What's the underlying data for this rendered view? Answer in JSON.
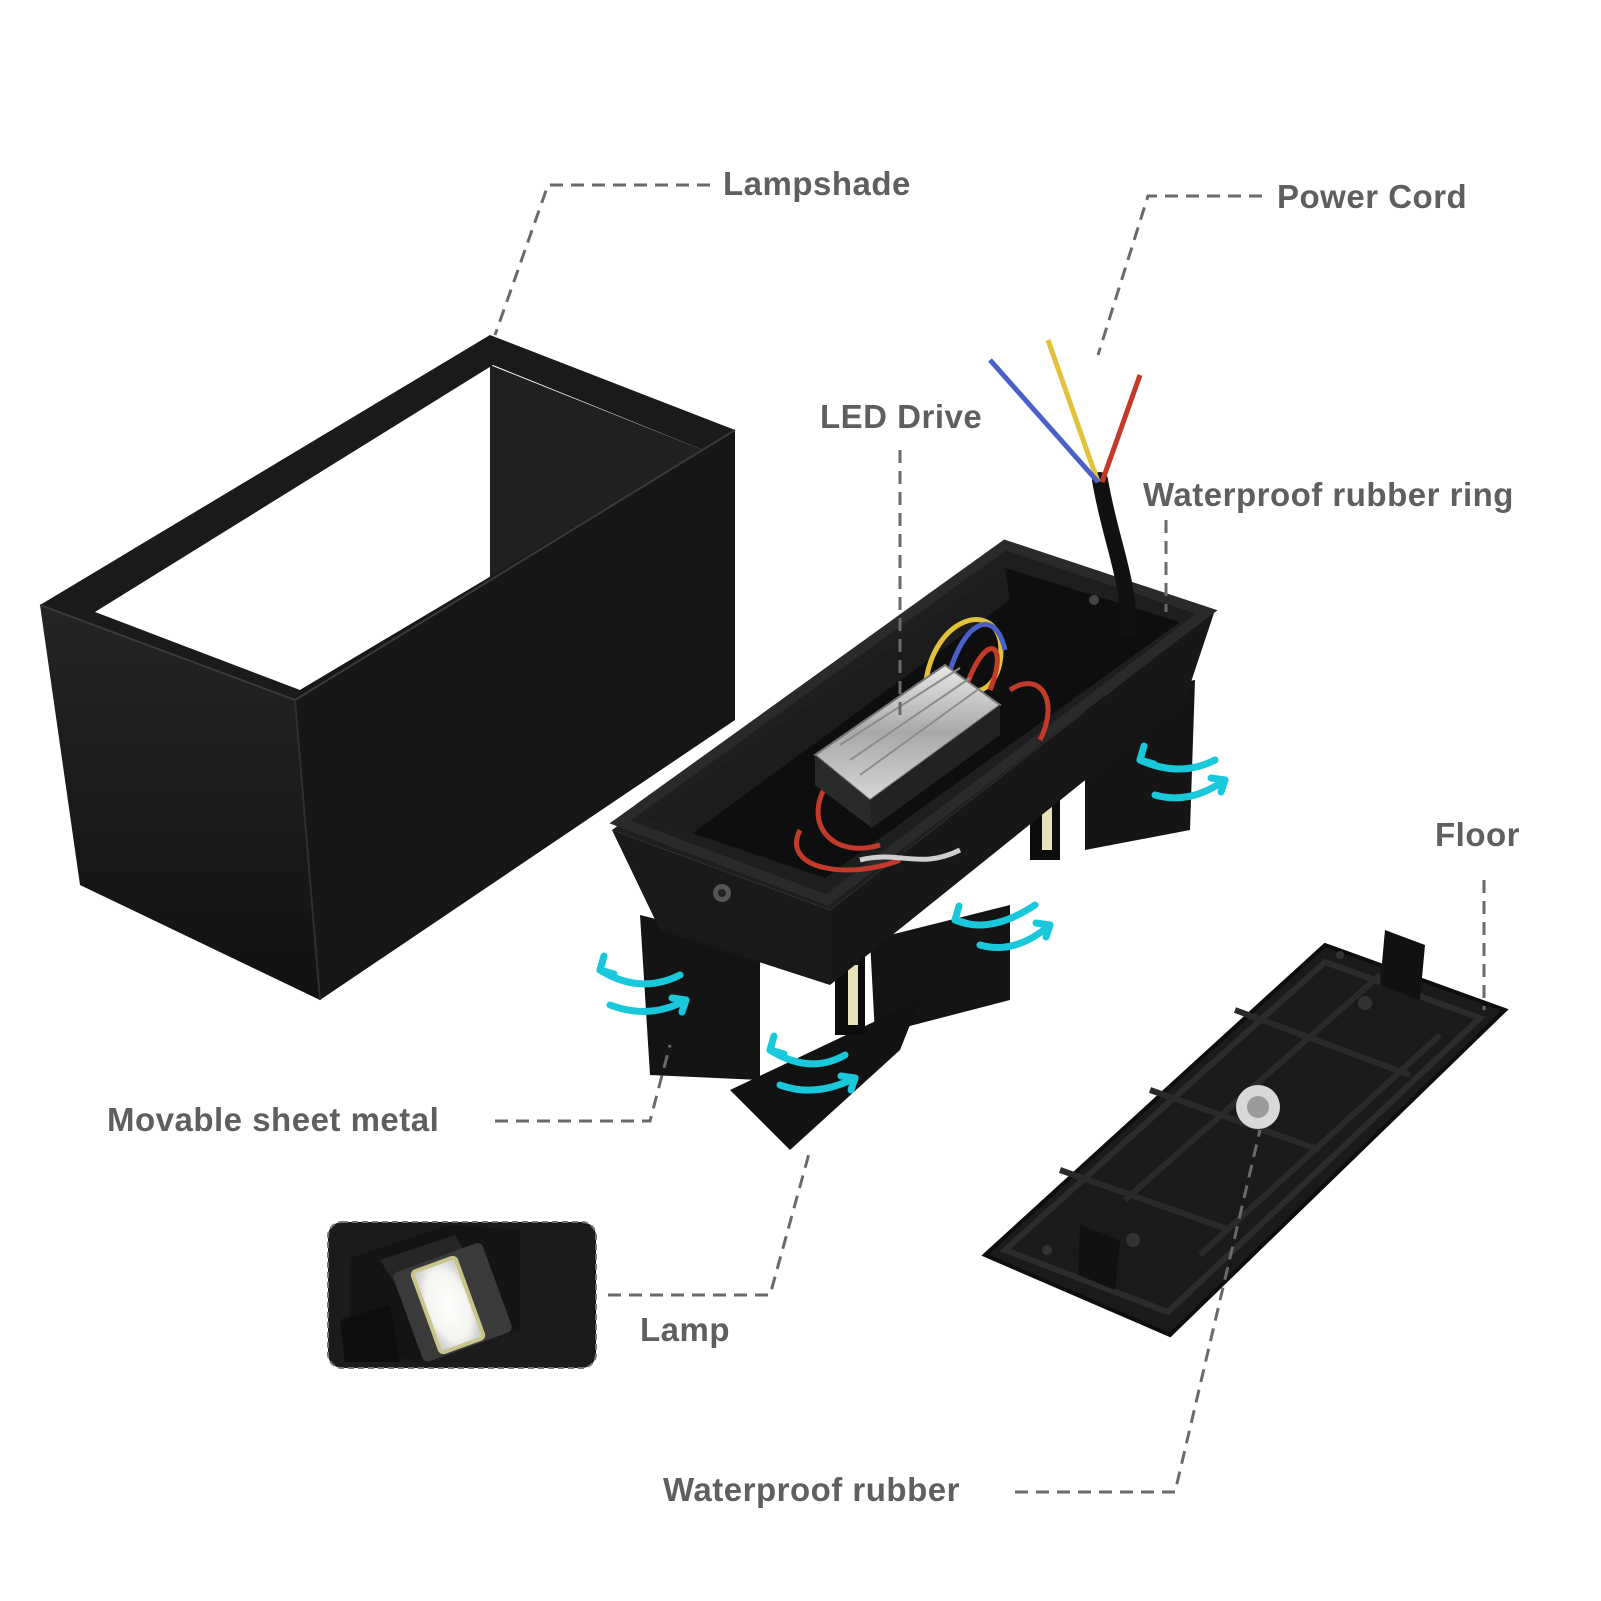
{
  "labels": {
    "lampshade": "Lampshade",
    "power_cord": "Power Cord",
    "led_drive": "LED Drive",
    "waterproof_rubber_ring": "Waterproof rubber ring",
    "floor": "Floor",
    "movable_sheet_metal": "Movable sheet metal",
    "lamp": "Lamp",
    "waterproof_rubber": "Waterproof rubber"
  },
  "colors": {
    "label_text": "#5f5f5f",
    "leader_line": "#6a6a6a",
    "housing_black": "#151515",
    "flow_arrow": "#19c8da",
    "wire_blue": "#4b5fc8",
    "wire_yellow": "#e2c23c",
    "wire_red": "#c23a2a"
  }
}
